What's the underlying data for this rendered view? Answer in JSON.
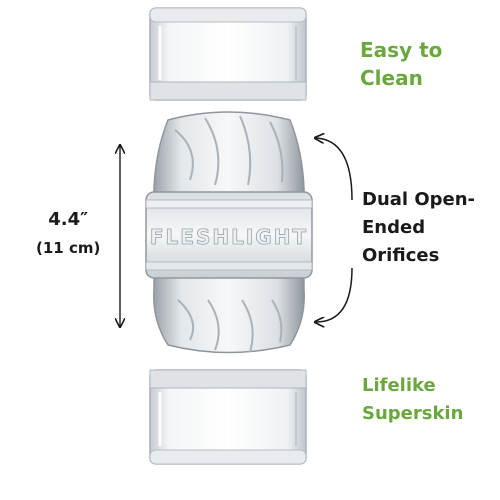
{
  "product": {
    "callouts": {
      "top_right": [
        "Easy to",
        "Clean"
      ],
      "middle_right": [
        "Dual Open-",
        "Ended",
        "Orifices"
      ],
      "bottom_right": [
        "Lifelike",
        "Superskin"
      ]
    },
    "dimension": {
      "value": "4.4″",
      "metric": "(11 cm)"
    },
    "embossed_brand": "FLESHLIGHT"
  },
  "colors": {
    "accent_green": "#6aa83e",
    "text_dark": "#1a1a1a"
  }
}
